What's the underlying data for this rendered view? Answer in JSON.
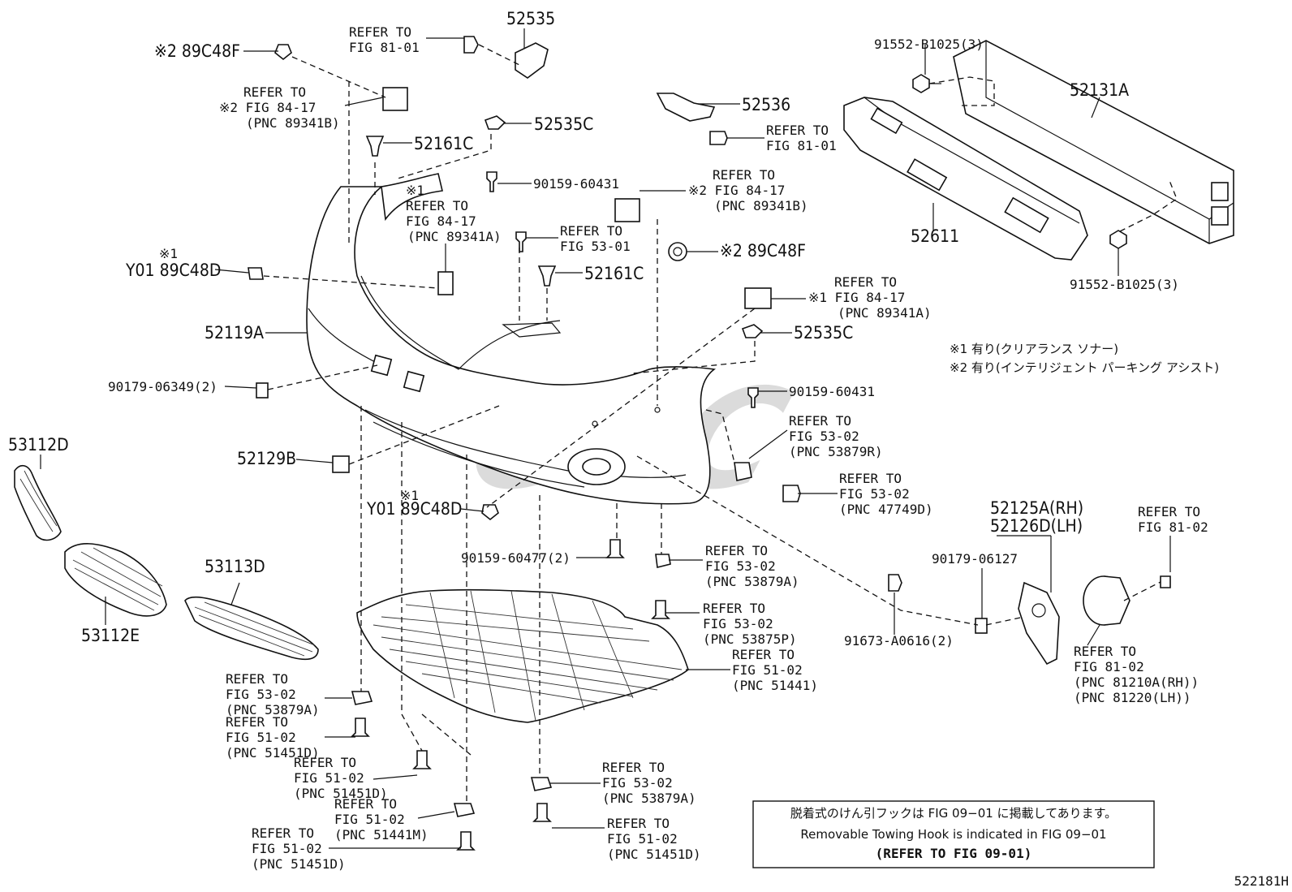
{
  "diagram_code": "522181H",
  "watermark": "CPC",
  "legend": {
    "l1": "※1 有り(クリアランス ソナー)",
    "l2": "※2 有り(インテリジェント パーキング アシスト)"
  },
  "note": {
    "jp": "脱着式のけん引フックは FIG 09−01 に掲載してあります。",
    "en": "Removable Towing Hook is indicated in FIG 09−01",
    "ref": "(REFER TO FIG 09-01)"
  },
  "labels": {
    "p_89c48f_a": "※2 89C48F",
    "p_52535": "52535",
    "r_81_01_a_1": "REFER TO",
    "r_81_01_a_2": "FIG 81-01",
    "r_84_17_a_1": "REFER TO",
    "r_84_17_a_2": "※2 FIG 84-17",
    "r_84_17_a_3": "(PNC 89341B)",
    "p_52535c_a": "52535C",
    "p_52161c_a": "52161C",
    "p_90159_60431_a": "90159-60431",
    "r_84_17_b_0": "※1",
    "r_84_17_b_1": "REFER TO",
    "r_84_17_b_2": "FIG 84-17",
    "r_84_17_b_3": "(PNC 89341A)",
    "r_53_01_1": "REFER TO",
    "r_53_01_2": "FIG 53-01",
    "p_52161c_b": "52161C",
    "y01_a_0": "※1",
    "y01_a_1": "Y01 89C48D",
    "p_52119a": "52119A",
    "p_90179_06349": "90179-06349(2)",
    "p_52536": "52536",
    "r_81_01_b_1": "REFER TO",
    "r_81_01_b_2": "FIG 81-01",
    "r_84_17_c_1": "REFER TO",
    "r_84_17_c_2": "※2 FIG 84-17",
    "r_84_17_c_3": "(PNC 89341B)",
    "p_89c48f_b": "※2 89C48F",
    "r_84_17_d_1": "REFER TO",
    "r_84_17_d_2": "※1 FIG 84-17",
    "r_84_17_d_3": "(PNC 89341A)",
    "p_52535c_b": "52535C",
    "p_90159_60431_b": "90159-60431",
    "r_53_02_a_1": "REFER TO",
    "r_53_02_a_2": "FIG 53-02",
    "r_53_02_a_3": "(PNC 53879R)",
    "r_53_02_b_1": "REFER TO",
    "r_53_02_b_2": "FIG 53-02",
    "r_53_02_b_3": "(PNC 47749D)",
    "p_91552_a": "91552-B1025(3)",
    "p_52131a": "52131A",
    "p_52611": "52611",
    "p_91552_b": "91552-B1025(3)",
    "p_53112d": "53112D",
    "p_52129b": "52129B",
    "y01_b_0": "※1",
    "y01_b_1": "Y01 89C48D",
    "p_53113d": "53113D",
    "p_53112e": "53112E",
    "p_90159_60477": "90159-60477(2)",
    "r_53_02_c_1": "REFER TO",
    "r_53_02_c_2": "FIG 53-02",
    "r_53_02_c_3": "(PNC 53879A)",
    "r_53_02_d_1": "REFER TO",
    "r_53_02_d_2": "FIG 53-02",
    "r_53_02_d_3": "(PNC 53875P)",
    "r_51_02_a_1": "REFER TO",
    "r_51_02_a_2": "FIG 51-02",
    "r_51_02_a_3": "(PNC 51441)",
    "p_52125a": "52125A(RH)",
    "p_52126d": "52126D(LH)",
    "p_90179_06127": "90179-06127",
    "r_81_02_a_1": "REFER TO",
    "r_81_02_a_2": "FIG 81-02",
    "r_81_02_b_1": "REFER TO",
    "r_81_02_b_2": "FIG 81-02",
    "r_81_02_b_3": "(PNC 81210A(RH))",
    "r_81_02_b_4": "(PNC 81220(LH))",
    "p_91673": "91673-A0616(2)",
    "r_53_02_e_1": "REFER TO",
    "r_53_02_e_2": "FIG 53-02",
    "r_53_02_e_3": "(PNC 53879A)",
    "r_51_02_b_1": "REFER TO",
    "r_51_02_b_2": "FIG 51-02",
    "r_51_02_b_3": "(PNC 51451D)",
    "r_51_02_c_1": "REFER TO",
    "r_51_02_c_2": "FIG 51-02",
    "r_51_02_c_3": "(PNC 51451D)",
    "r_51_02_d_1": "REFER TO",
    "r_51_02_d_2": "FIG 51-02",
    "r_51_02_d_3": "(PNC 51441M)",
    "r_51_02_e_1": "REFER TO",
    "r_51_02_e_2": "FIG 51-02",
    "r_51_02_e_3": "(PNC 51451D)",
    "r_53_02_f_1": "REFER TO",
    "r_53_02_f_2": "FIG 53-02",
    "r_53_02_f_3": "(PNC 53879A)",
    "r_51_02_f_1": "REFER TO",
    "r_51_02_f_2": "FIG 51-02",
    "r_51_02_f_3": "(PNC 51451D)"
  }
}
